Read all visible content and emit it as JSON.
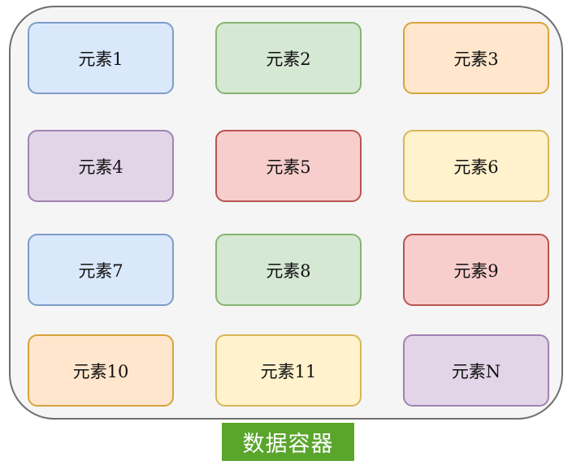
{
  "container": {
    "caption": "数据容器",
    "caption_color": "#5aa52c"
  },
  "elements": [
    {
      "label": "元素1",
      "fill": "#dae8fc",
      "stroke": "#7c9cc8"
    },
    {
      "label": "元素2",
      "fill": "#d5e8d4",
      "stroke": "#86b56e"
    },
    {
      "label": "元素3",
      "fill": "#ffe6cc",
      "stroke": "#d7a43a"
    },
    {
      "label": "元素4",
      "fill": "#e1d5e7",
      "stroke": "#a183b2"
    },
    {
      "label": "元素5",
      "fill": "#f8cecc",
      "stroke": "#b85450"
    },
    {
      "label": "元素6",
      "fill": "#fff2cc",
      "stroke": "#d6b656"
    },
    {
      "label": "元素7",
      "fill": "#dae8fc",
      "stroke": "#7c9cc8"
    },
    {
      "label": "元素8",
      "fill": "#d5e8d4",
      "stroke": "#86b56e"
    },
    {
      "label": "元素9",
      "fill": "#f8cecc",
      "stroke": "#b85450"
    },
    {
      "label": "元素10",
      "fill": "#ffe6cc",
      "stroke": "#d7a43a"
    },
    {
      "label": "元素11",
      "fill": "#fff2cc",
      "stroke": "#d6b656"
    },
    {
      "label": "元素N",
      "fill": "#e1d5e7",
      "stroke": "#a183b2"
    }
  ]
}
